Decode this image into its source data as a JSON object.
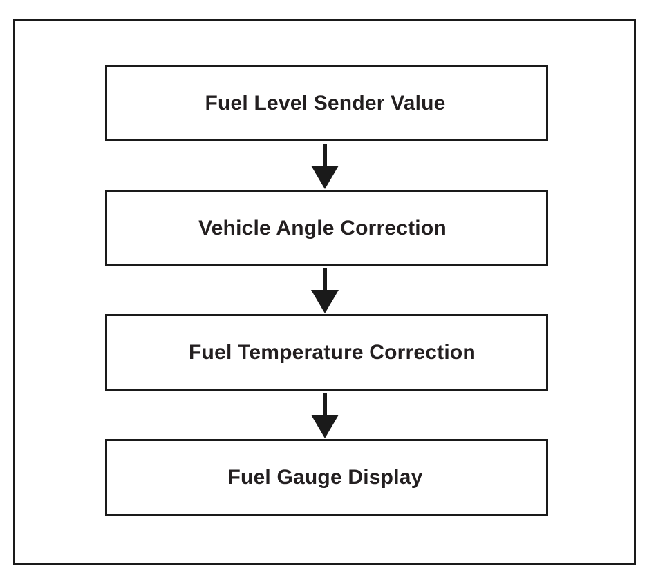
{
  "diagram": {
    "type": "flowchart",
    "direction": "top-to-bottom",
    "steps": [
      {
        "label": "Fuel Level Sender Value"
      },
      {
        "label": "Vehicle Angle Correction"
      },
      {
        "label": "Fuel Temperature Correction"
      },
      {
        "label": "Fuel Gauge Display"
      }
    ],
    "connectors": [
      {
        "from": 0,
        "to": 1,
        "icon": "arrow-down-icon"
      },
      {
        "from": 1,
        "to": 2,
        "icon": "arrow-down-icon"
      },
      {
        "from": 2,
        "to": 3,
        "icon": "arrow-down-icon"
      }
    ],
    "colors": {
      "stroke": "#1a1a1a",
      "text": "#231f20",
      "background": "#ffffff"
    }
  }
}
